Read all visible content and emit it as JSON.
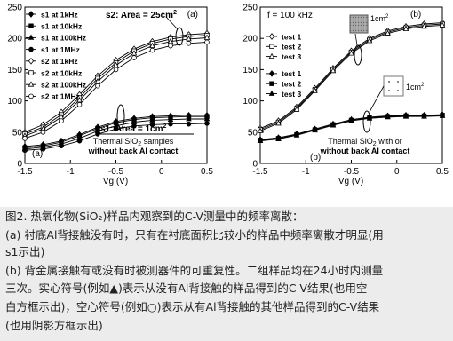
{
  "chart_data": [
    {
      "type": "line",
      "panel_label": "(a)",
      "corner_label": "(a)",
      "xlabel": "Vg (V)",
      "ylabel": "",
      "xlim": [
        -1.5,
        0.5
      ],
      "ylim": [
        0,
        250
      ],
      "x_ticks": [
        "-1.5",
        "-1",
        "-0.5",
        "0",
        "0.5"
      ],
      "y_ticks": [
        "0",
        "50",
        "100",
        "150",
        "200",
        "250"
      ],
      "x": [
        -1.5,
        -1.3,
        -1.1,
        -0.9,
        -0.7,
        -0.5,
        -0.3,
        -0.1,
        0.1,
        0.3,
        0.5
      ],
      "series": [
        {
          "name": "s1 at 1kHz",
          "marker": "filled-diamond",
          "values": [
            27,
            30,
            36,
            46,
            58,
            67,
            72,
            75,
            76,
            77,
            77
          ]
        },
        {
          "name": "s1 at 10kHz",
          "marker": "filled-square",
          "values": [
            25,
            28,
            34,
            44,
            56,
            65,
            70,
            73,
            74,
            75,
            75
          ]
        },
        {
          "name": "s1 at 100kHz",
          "marker": "filled-triangle",
          "values": [
            23,
            26,
            31,
            40,
            52,
            60,
            66,
            69,
            70,
            71,
            71
          ]
        },
        {
          "name": "s1 at 1MHz",
          "marker": "filled-circle",
          "values": [
            21,
            23,
            28,
            36,
            47,
            55,
            60,
            62,
            63,
            63,
            64
          ]
        },
        {
          "name": "s2 at 1kHz",
          "marker": "open-diamond",
          "values": [
            50,
            62,
            82,
            110,
            140,
            165,
            183,
            195,
            202,
            206,
            208
          ]
        },
        {
          "name": "s2 at 10kHz",
          "marker": "open-square",
          "values": [
            47,
            58,
            78,
            105,
            136,
            161,
            180,
            192,
            199,
            203,
            205
          ]
        },
        {
          "name": "s2 at 100kHz",
          "marker": "open-triangle",
          "values": [
            44,
            55,
            74,
            101,
            131,
            157,
            176,
            188,
            195,
            199,
            201
          ]
        },
        {
          "name": "s2 at 1MHz",
          "marker": "open-circle",
          "values": [
            40,
            50,
            68,
            94,
            124,
            150,
            169,
            181,
            188,
            192,
            194
          ]
        }
      ],
      "annotations": {
        "area2": "s2: Area = 25cm",
        "area2_sup": "2",
        "area1": "s1: Area = 1cm",
        "area1_sup": "2",
        "note_line1": "Thermal SiO",
        "note_sub": "2",
        "note_line1_end": " samples",
        "note_line2": "without back Al contact"
      },
      "grid": false
    },
    {
      "type": "line",
      "panel_label": "(b)",
      "corner_label": "(b)",
      "xlabel": "Vg (V)",
      "ylabel": "",
      "xlim": [
        -1.5,
        0.5
      ],
      "ylim": [
        0,
        250
      ],
      "x_ticks": [
        "-1.5",
        "-1",
        "-0.5",
        "0",
        "0.5"
      ],
      "y_ticks": [
        "0",
        "50",
        "100",
        "150",
        "200",
        "250"
      ],
      "x": [
        -1.5,
        -1.3,
        -1.1,
        -0.9,
        -0.7,
        -0.5,
        -0.3,
        -0.1,
        0.1,
        0.3,
        0.5
      ],
      "series": [
        {
          "name": "test 1",
          "group": "open",
          "marker": "open-diamond",
          "values": [
            56,
            68,
            90,
            120,
            152,
            180,
            200,
            212,
            219,
            223,
            225
          ]
        },
        {
          "name": "test 2",
          "group": "open",
          "marker": "open-square",
          "values": [
            54,
            66,
            88,
            118,
            150,
            178,
            198,
            210,
            217,
            221,
            223
          ]
        },
        {
          "name": "test 3",
          "group": "open",
          "marker": "open-triangle",
          "values": [
            52,
            64,
            86,
            116,
            148,
            176,
            196,
            208,
            215,
            219,
            221
          ]
        },
        {
          "name": "test 1",
          "group": "filled",
          "marker": "filled-diamond",
          "values": [
            38,
            41,
            47,
            55,
            63,
            70,
            74,
            76,
            77,
            77,
            78
          ]
        },
        {
          "name": "test 2",
          "group": "filled",
          "marker": "filled-square",
          "values": [
            37,
            40,
            46,
            54,
            62,
            69,
            73,
            75,
            76,
            76,
            77
          ]
        },
        {
          "name": "test 3",
          "group": "filled",
          "marker": "filled-triangle",
          "values": [
            36,
            39,
            45,
            53,
            61,
            68,
            72,
            74,
            75,
            75,
            76
          ]
        }
      ],
      "annotations": {
        "freq": "f = 100 kHz",
        "area_top": "1cm",
        "area_top_sup": "2",
        "area_bottom": "1cm",
        "area_bottom_sup": "2",
        "note_line1": "Thermal SiO",
        "note_sub": "2",
        "note_line1_end": " with or",
        "note_line2": "without back Al contact"
      },
      "grid": false
    }
  ],
  "caption": {
    "line1": "图2. 热氧化物(SiO₂)样品内观察到的C-V测量中的频率离散：",
    "line2": "(a) 衬底Al背接触没有时，只有在衬底面积比较小的样品中频率离散才明显(用",
    "line3": "s1示出)",
    "line4": "(b) 背金属接触有或没有时被测器件的可重复性。二组样品均在24小时内测量",
    "line5": "三次。实心符号(例如▲)表示从没有Al背接触的样品得到的C-V结果(也用空",
    "line6": "白方框示出)，空心符号(例如○)表示从有Al背接触的其他样品得到的C-V结果",
    "line7": "(也用阴影方框示出)"
  }
}
